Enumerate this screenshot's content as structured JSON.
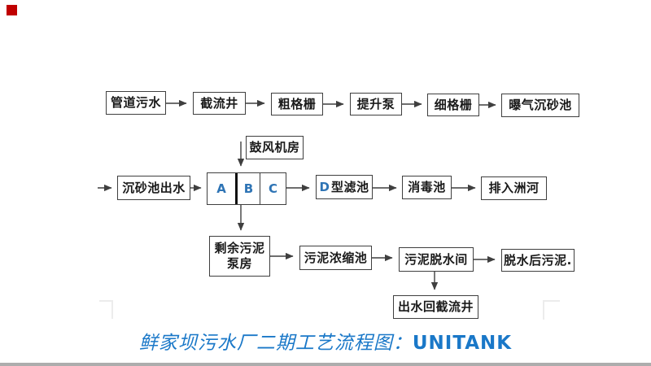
{
  "caption": {
    "cn": "鲜家坝污水厂二期工艺流程图：",
    "en": "UNITANK"
  },
  "nodes": {
    "pipe_sewage": "管道污水",
    "intercept_well": "截流井",
    "coarse_screen": "粗格栅",
    "lift_pump": "提升泵",
    "fine_screen": "细格栅",
    "aerated_grit_chamber": "曝气沉砂池",
    "blower_room": "鼓风机房",
    "grit_chamber_effluent": "沉砂池出水",
    "unitank_cell_a": "A",
    "unitank_cell_b": "B",
    "unitank_cell_c": "C",
    "d_filter_letter": "D",
    "d_filter_text": "型滤池",
    "disinfection_tank": "消毒池",
    "discharge_to_river": "排入洲河",
    "excess_sludge_line1": "剩余污泥",
    "excess_sludge_line2": "泵房",
    "sludge_thickener": "污泥浓缩池",
    "sludge_dewatering_room": "污泥脱水间",
    "dewatered_sludge": "脱水后污泥.",
    "effluent_return_well": "出水回截流井"
  },
  "colors": {
    "box_border": "#3f3f3f",
    "box_text": "#1a1a1a",
    "cell_letter_blue": "#2e74b5",
    "caption_blue": "#1a78c8",
    "marker_red": "#c00000",
    "bottom_bar_gray": "#adadad",
    "corner_mark_gray": "#ececec"
  }
}
